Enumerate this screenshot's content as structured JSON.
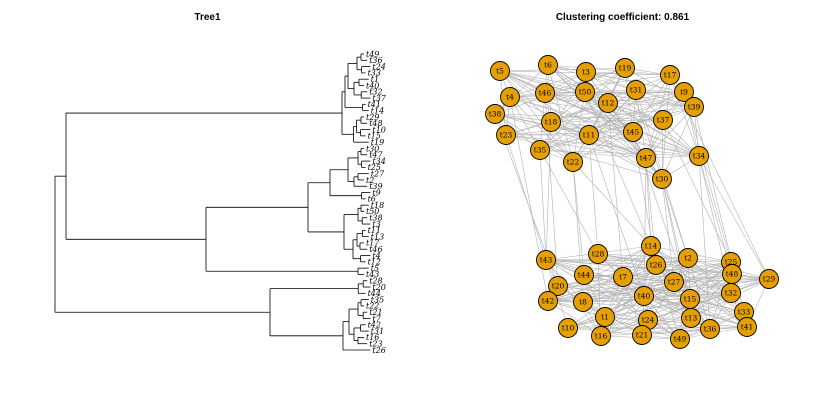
{
  "left_panel": {
    "title": "Tree1"
  },
  "right_panel": {
    "title": "Clustering coefficient: 0.861"
  },
  "colors": {
    "node_fill": "#e69f00",
    "node_stroke": "#000000",
    "edge": "#b3b3b3",
    "branch": "#000000"
  },
  "tree": {
    "tip_labels": [
      "t49",
      "t36",
      "t24",
      "t33",
      "t1",
      "t40",
      "t32",
      "t37",
      "t41",
      "t14",
      "t29",
      "t48",
      "t10",
      "t15",
      "t19",
      "t30",
      "t47",
      "t34",
      "t25",
      "t27",
      "t2",
      "t39",
      "t9",
      "t6",
      "t18",
      "t50",
      "t38",
      "t3",
      "t11",
      "t13",
      "t17",
      "t46",
      "t4",
      "t12",
      "t5",
      "t43",
      "t28",
      "t20",
      "t44",
      "t35",
      "t22",
      "t21",
      "t7",
      "t42",
      "t31",
      "t16",
      "t23",
      "t26"
    ]
  },
  "chart_data": {
    "type": "network",
    "title": "Clustering coefficient: 0.861",
    "clustering_coefficient": 0.861,
    "nodes": [
      "t5",
      "t6",
      "t3",
      "t19",
      "t17",
      "t9",
      "t4",
      "t46",
      "t50",
      "t31",
      "t12",
      "t39",
      "t38",
      "t18",
      "t37",
      "t45",
      "t23",
      "t11",
      "t35",
      "t22",
      "t47",
      "t34",
      "t30",
      "t14",
      "t2",
      "t28",
      "t26",
      "t43",
      "t25",
      "t48",
      "t29",
      "t44",
      "t7",
      "t27",
      "t20",
      "t40",
      "t32",
      "t15",
      "t42",
      "t8",
      "t33",
      "t1",
      "t24",
      "t13",
      "t10",
      "t16",
      "t21",
      "t36",
      "t41",
      "t49"
    ]
  }
}
